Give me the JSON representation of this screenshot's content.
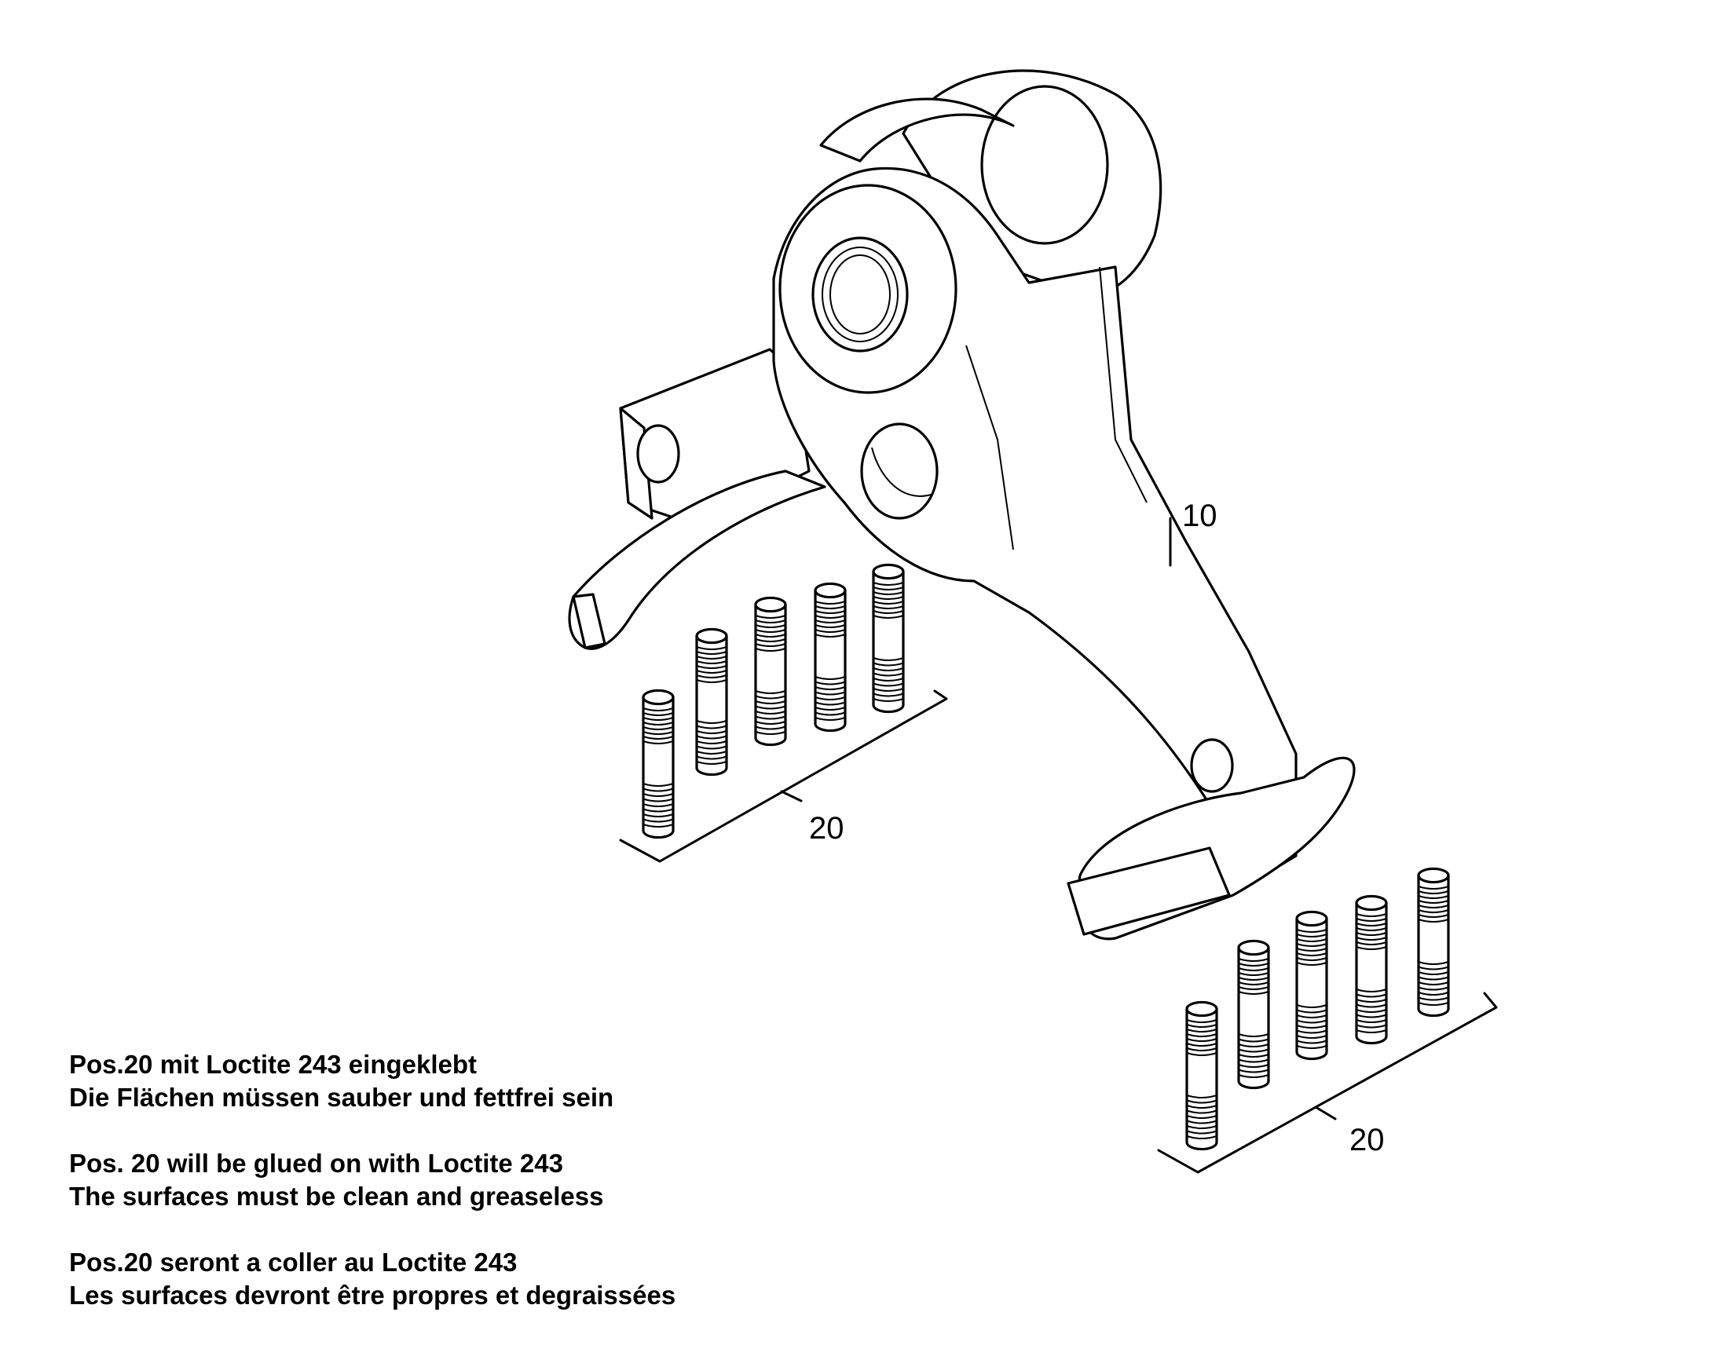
{
  "labels": {
    "part_10": "10",
    "part_20_upper": "20",
    "part_20_lower": "20"
  },
  "notes": {
    "de_line1": "Pos.20 mit Loctite 243 eingeklebt",
    "de_line2": "Die Flächen müssen sauber und fettfrei sein",
    "en_line1": "Pos. 20 will be glued on with Loctite 243",
    "en_line2": "The surfaces must be clean and greaseless",
    "fr_line1": "Pos.20 seront a coller au Loctite 243",
    "fr_line2": "Les surfaces devront être propres et degraissées"
  }
}
